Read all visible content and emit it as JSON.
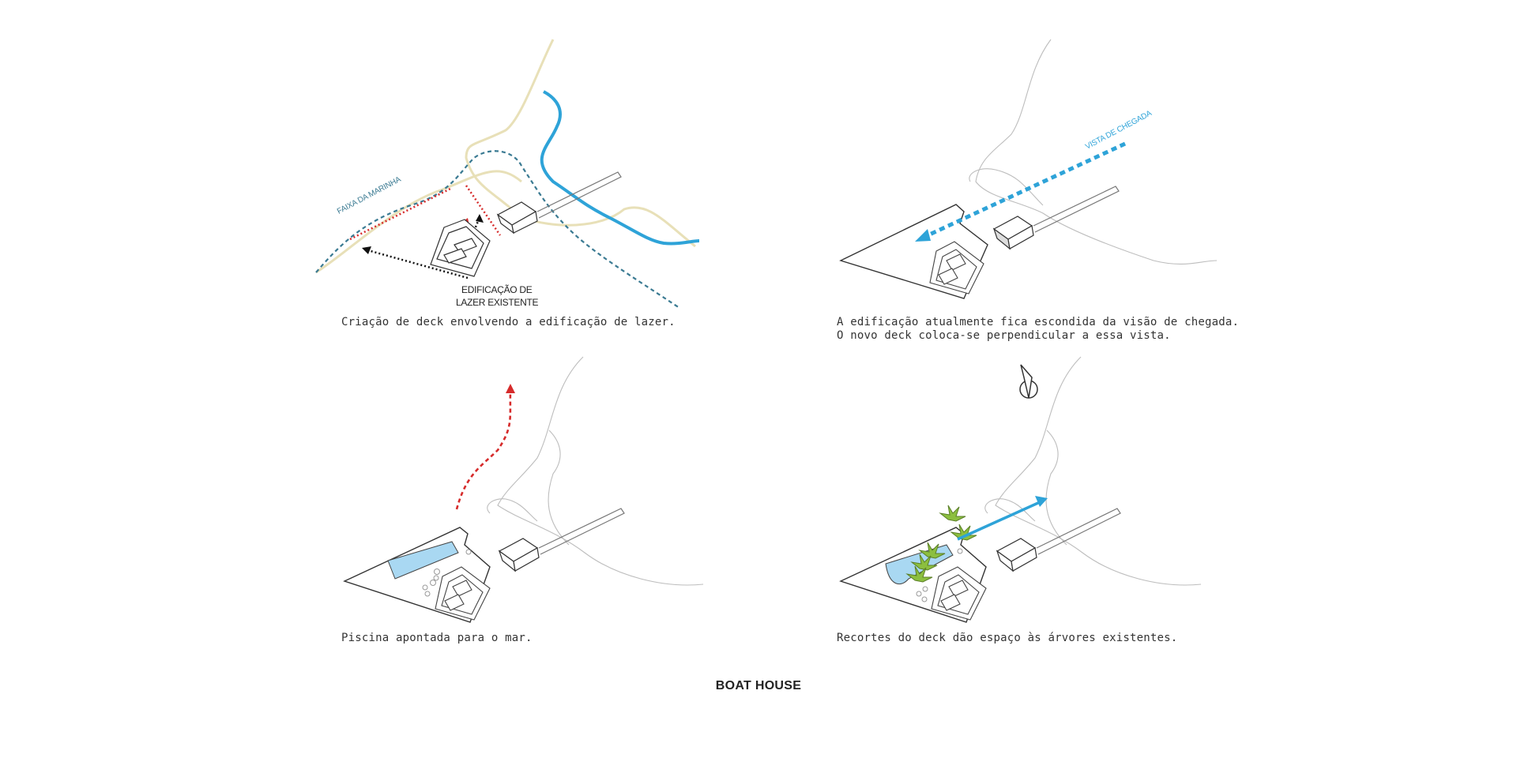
{
  "panels": [
    {
      "caption_lines": [
        "Criação de deck envolvendo a edificação de lazer."
      ],
      "labels": {
        "faixa": "FAIXA DA MARINHA",
        "edificacao_1": "EDIFICAÇÃO DE",
        "edificacao_2": "LAZER EXISTENTE"
      }
    },
    {
      "caption_lines": [
        "A edificação atualmente fica escondida da visão de chegada.",
        "O novo deck coloca-se perpendicular a essa vista."
      ],
      "labels": {
        "vista": "VISTA DE CHEGADA"
      }
    },
    {
      "caption_lines": [
        "Piscina apontada para o mar."
      ]
    },
    {
      "caption_lines": [
        "Recortes do deck dão espaço às árvores existentes."
      ]
    }
  ],
  "title": "BOAT HOUSE",
  "colors": {
    "water": "#2ea3d8",
    "sand": "#e8e0b8",
    "marinha": "#3a7a92",
    "red": "#d62b2b",
    "black": "#111111",
    "pool": "#a9d8f2",
    "tree": "#8cbf3f",
    "outline": "#bdbdbd"
  }
}
